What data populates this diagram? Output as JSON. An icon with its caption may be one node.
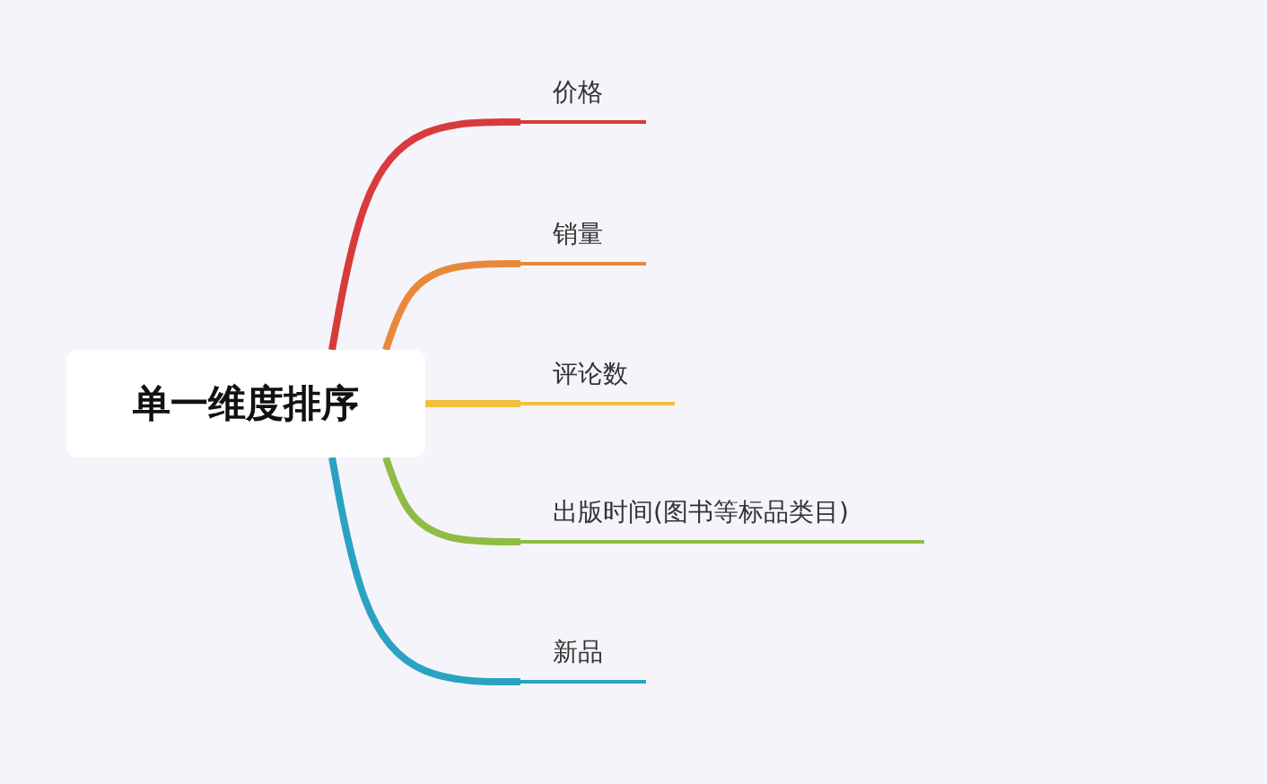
{
  "diagram": {
    "nodes": [
      {
        "text": [
          "单一维度排序"
        ]
      },
      {
        "text": [
          "价格"
        ]
      },
      {
        "text": [
          "销量"
        ]
      },
      {
        "text": [
          "评论数"
        ]
      },
      {
        "text": [
          "出版时间(图书等标品类目)"
        ]
      },
      {
        "text": [
          "新品"
        ]
      }
    ],
    "edges": [
      {
        "from": 0,
        "to": 1,
        "arrow": "none",
        "color": "#d83b3b"
      },
      {
        "from": 0,
        "to": 2,
        "arrow": "none",
        "color": "#e8893a"
      },
      {
        "from": 0,
        "to": 3,
        "arrow": "none",
        "color": "#f0c040"
      },
      {
        "from": 0,
        "to": 4,
        "arrow": "none",
        "color": "#8fbc45"
      },
      {
        "from": 0,
        "to": 5,
        "arrow": "none",
        "color": "#2aa3c2"
      }
    ]
  }
}
